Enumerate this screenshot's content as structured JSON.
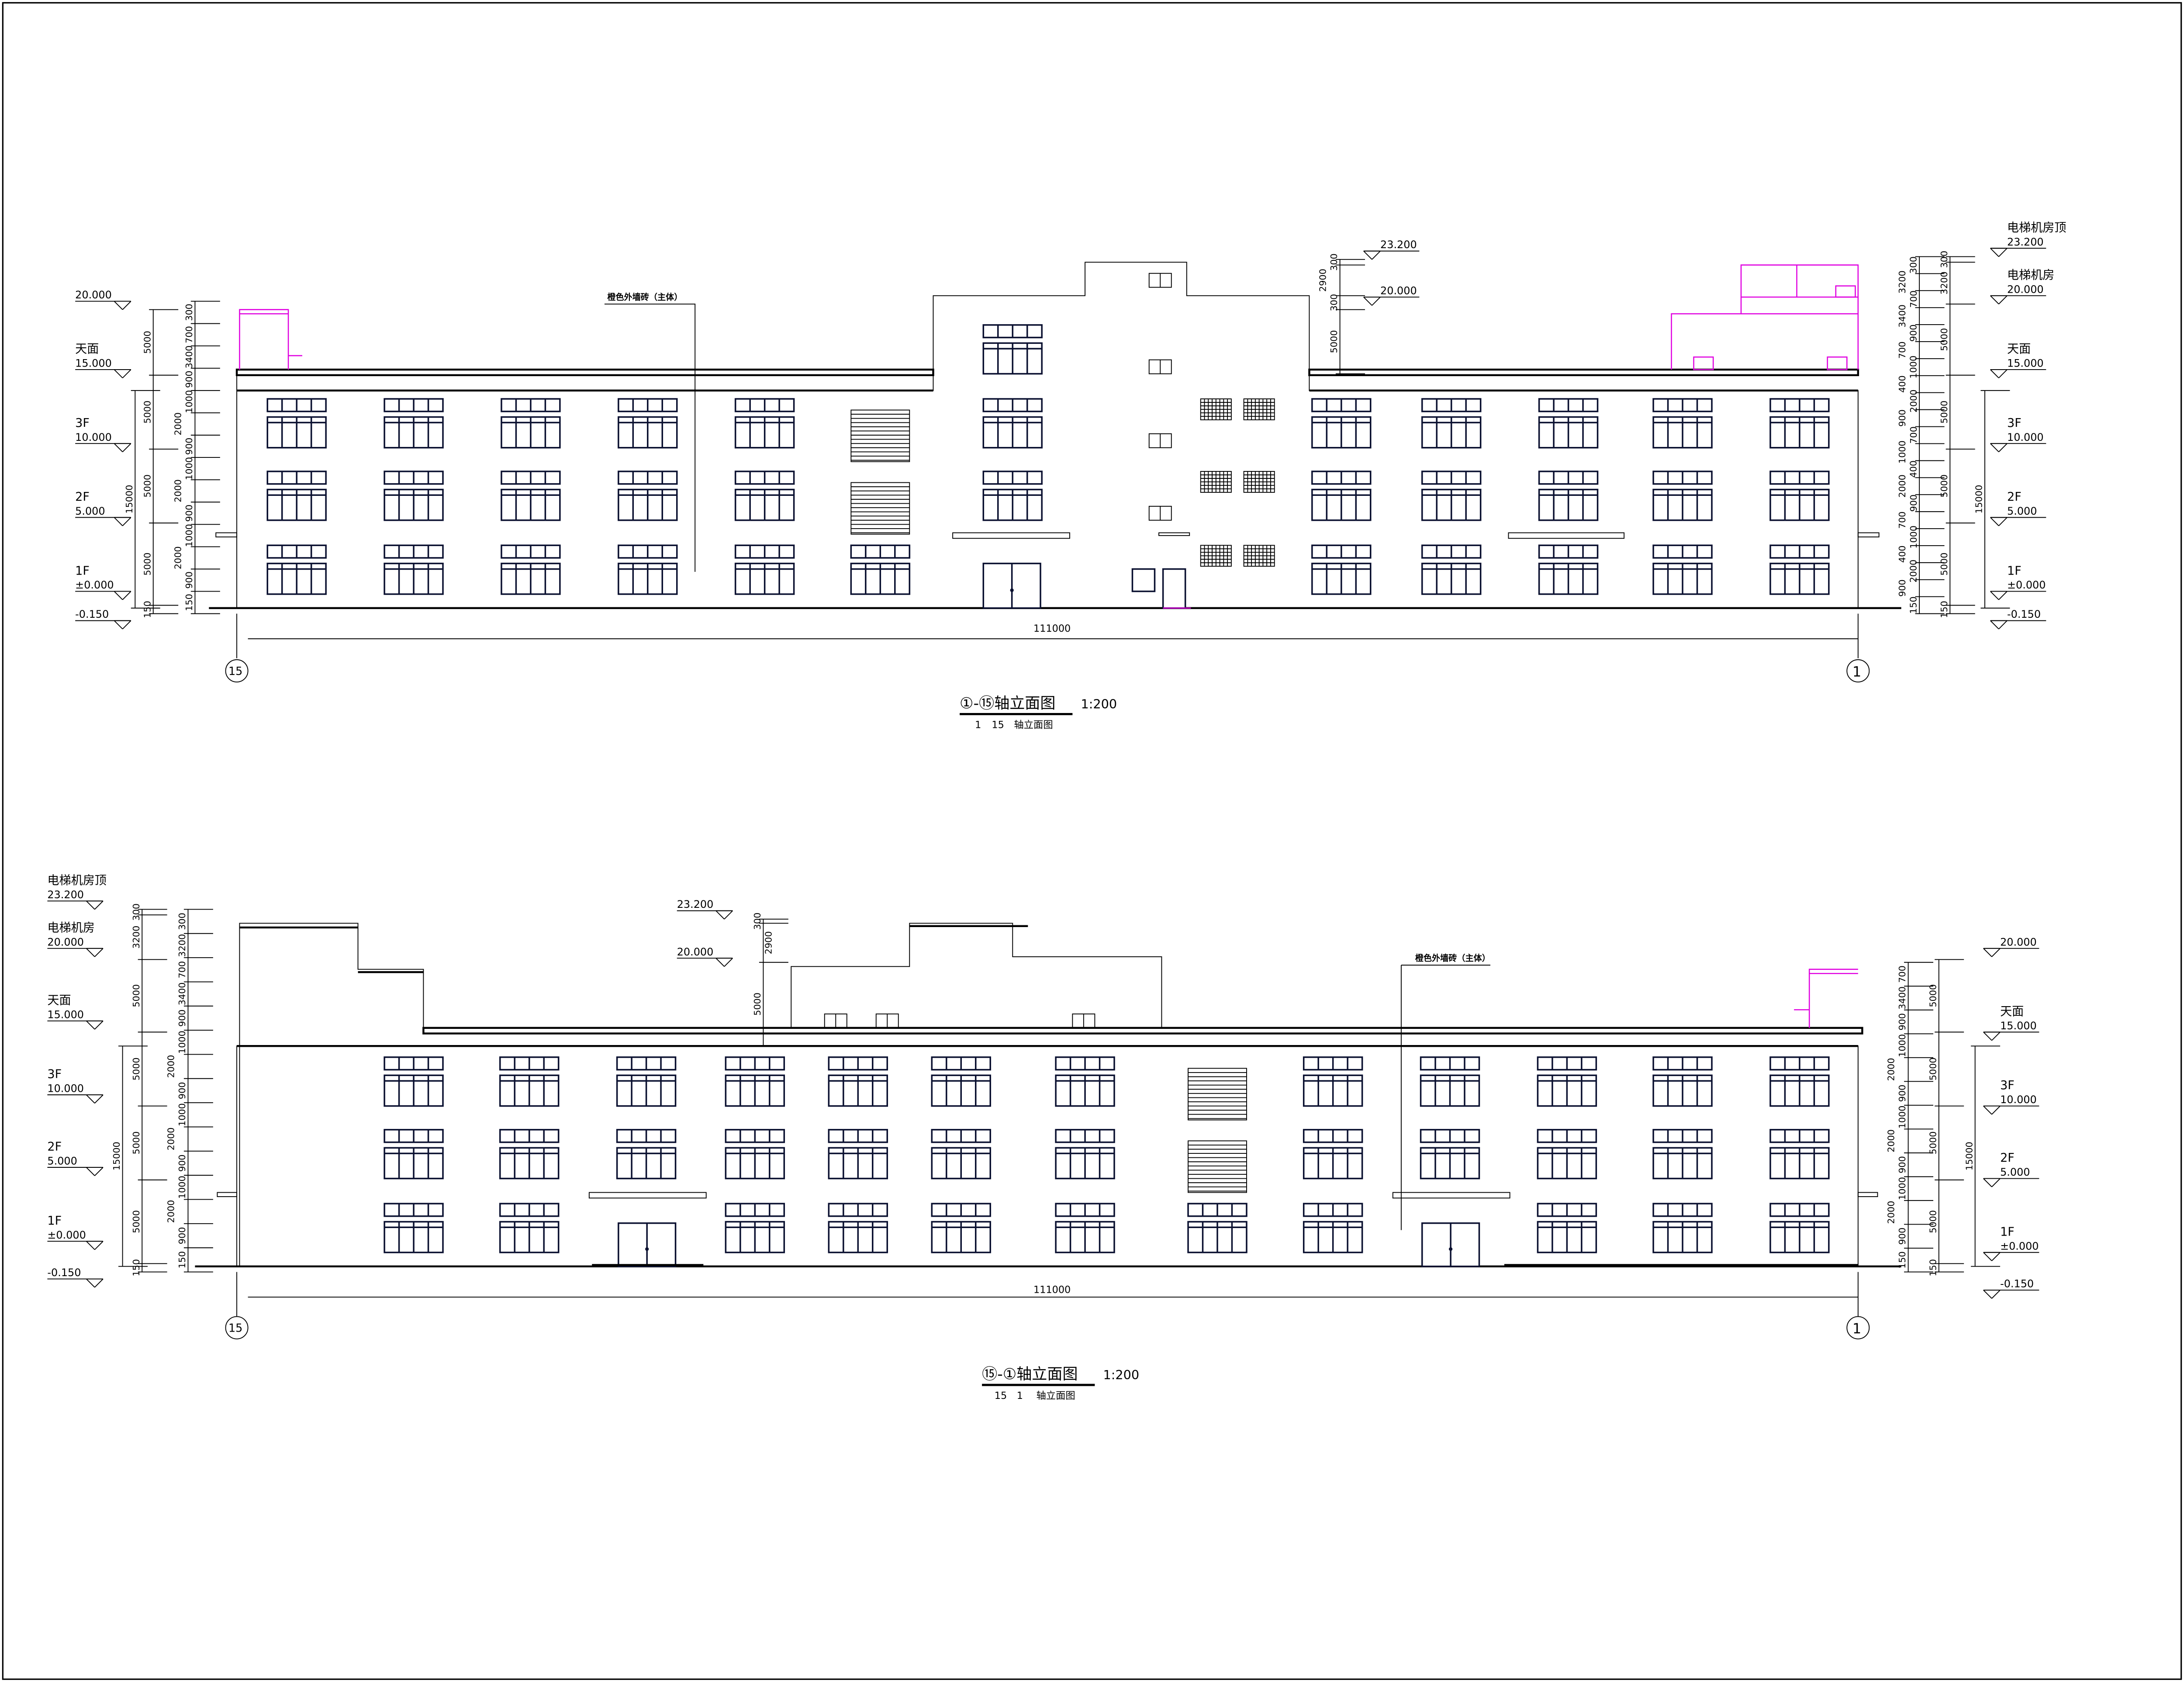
{
  "drawings": [
    {
      "title": "①-⑮轴立面图",
      "title_axis_from": "1",
      "title_axis_to": "15",
      "title_text": "轴立面图",
      "scale": "1:200",
      "total_length": "111000",
      "axis_left": "15",
      "axis_right": "1",
      "material_note": "橙色外墙砖（主体）",
      "left_levels": [
        {
          "name": "",
          "value": "20.000"
        },
        {
          "name": "天面",
          "value": "15.000"
        },
        {
          "name": "3F",
          "value": "10.000"
        },
        {
          "name": "2F",
          "value": "5.000"
        },
        {
          "name": "1F",
          "value": "±0.000"
        },
        {
          "name": "",
          "value": "-0.150"
        }
      ],
      "right_levels": [
        {
          "name": "电梯机房顶",
          "value": "23.200"
        },
        {
          "name": "电梯机房",
          "value": "20.000"
        },
        {
          "name": "天面",
          "value": "15.000"
        },
        {
          "name": "3F",
          "value": "10.000"
        },
        {
          "name": "2F",
          "value": "5.000"
        },
        {
          "name": "1F",
          "value": "±0.000"
        },
        {
          "name": "",
          "value": "-0.150"
        }
      ],
      "mid_levels": [
        {
          "name": "",
          "value": "23.200"
        },
        {
          "name": "",
          "value": "20.000"
        }
      ],
      "left_dims_outer": [
        "15000"
      ],
      "left_dims_floor": [
        "5000",
        "5000",
        "5000",
        "5000",
        "150"
      ],
      "left_dims_detail": [
        "300",
        "700",
        "3400",
        "900",
        "1000",
        "2000",
        "900",
        "1000",
        "2000",
        "900",
        "1000",
        "2000",
        "900",
        "150"
      ],
      "right_dims_detail": [
        "300",
        "3200",
        "700",
        "3400",
        "900",
        "700",
        "1000",
        "400",
        "2000",
        "900",
        "700",
        "1000",
        "400",
        "2000",
        "900",
        "700",
        "1000",
        "400",
        "2000",
        "900",
        "150"
      ],
      "right_dims_floor": [
        "300",
        "3200",
        "5000",
        "5000",
        "5000",
        "5000",
        "150"
      ],
      "right_dims_outer": [
        "15000"
      ],
      "mid_dims": [
        "300",
        "2900",
        "300",
        "5000"
      ]
    },
    {
      "title": "⑮-①轴立面图",
      "title_axis_from": "15",
      "title_axis_to": "1",
      "title_text": "轴立面图",
      "scale": "1:200",
      "total_length": "111000",
      "axis_left": "15",
      "axis_right": "1",
      "material_note": "橙色外墙砖（主体）",
      "left_levels": [
        {
          "name": "电梯机房顶",
          "value": "23.200"
        },
        {
          "name": "电梯机房",
          "value": "20.000"
        },
        {
          "name": "天面",
          "value": "15.000"
        },
        {
          "name": "3F",
          "value": "10.000"
        },
        {
          "name": "2F",
          "value": "5.000"
        },
        {
          "name": "1F",
          "value": "±0.000"
        },
        {
          "name": "",
          "value": "-0.150"
        }
      ],
      "right_levels": [
        {
          "name": "",
          "value": "20.000"
        },
        {
          "name": "天面",
          "value": "15.000"
        },
        {
          "name": "3F",
          "value": "10.000"
        },
        {
          "name": "2F",
          "value": "5.000"
        },
        {
          "name": "1F",
          "value": "±0.000"
        },
        {
          "name": "",
          "value": "-0.150"
        }
      ],
      "mid_levels": [
        {
          "name": "",
          "value": "23.200"
        },
        {
          "name": "",
          "value": "20.000"
        }
      ],
      "left_dims_outer": [
        "15000"
      ],
      "left_dims_floor": [
        "300",
        "3200",
        "5000",
        "5000",
        "5000",
        "5000",
        "150"
      ],
      "left_dims_detail": [
        "300",
        "3200",
        "700",
        "3400",
        "900",
        "1000",
        "2000",
        "900",
        "1000",
        "2000",
        "900",
        "1000",
        "2000",
        "900",
        "150"
      ],
      "right_dims_detail": [
        "700",
        "3400",
        "900",
        "1000",
        "2000",
        "900",
        "1000",
        "2000",
        "900",
        "1000",
        "2000",
        "900",
        "150"
      ],
      "right_dims_floor": [
        "5000",
        "5000",
        "5000",
        "5000",
        "150"
      ],
      "right_dims_outer": [
        "15000"
      ],
      "mid_dims": [
        "300",
        "2900",
        "5000"
      ]
    }
  ],
  "colors": {
    "line": "#000000",
    "window": "#0a1030",
    "highlight": "#e000e0"
  }
}
